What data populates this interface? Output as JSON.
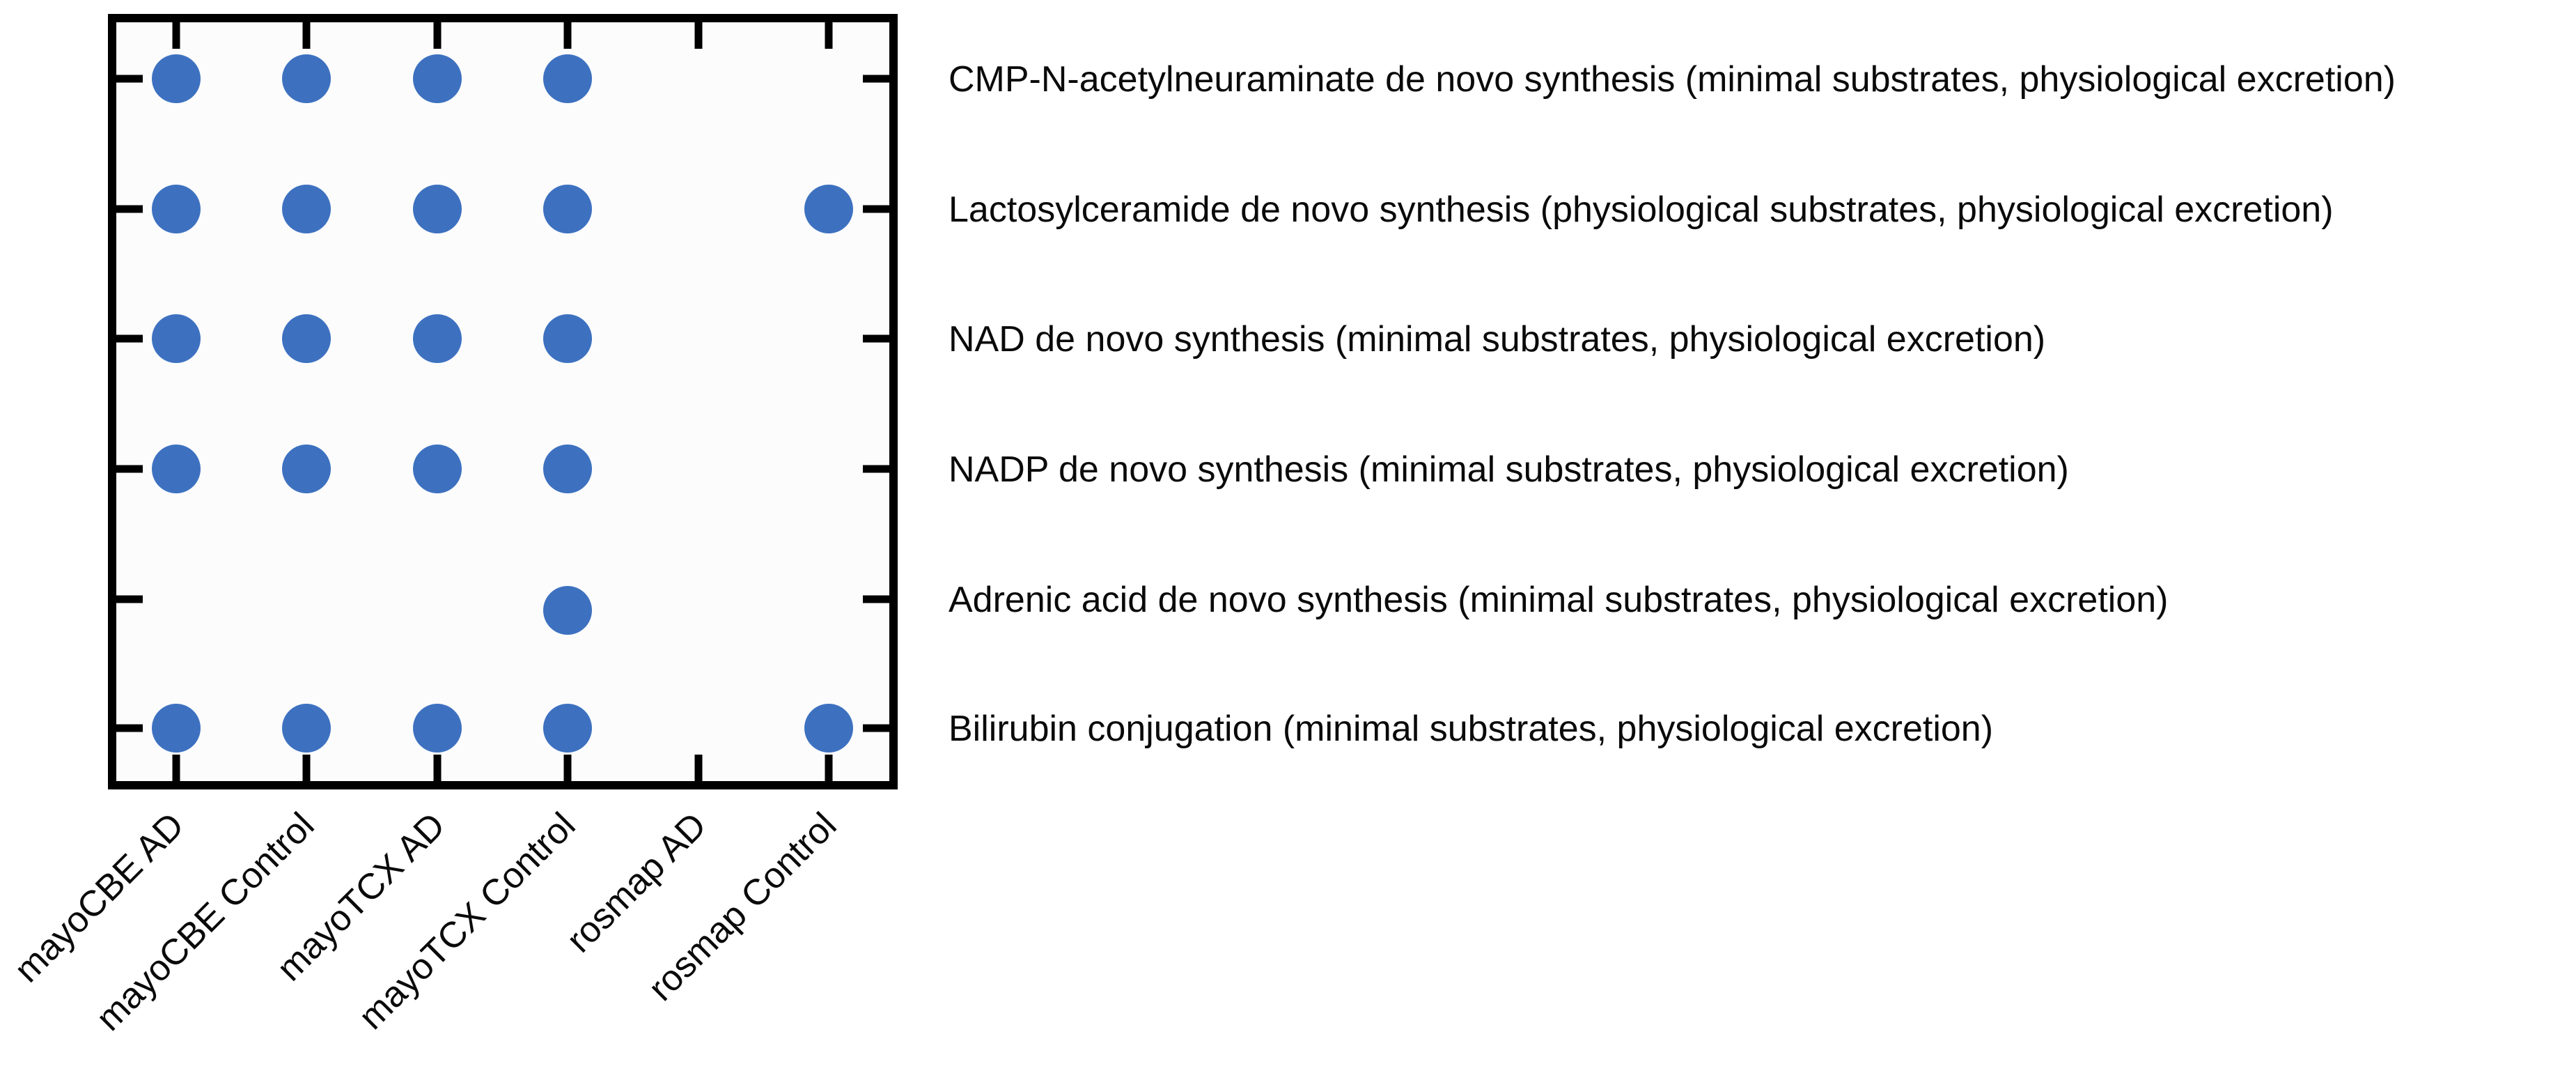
{
  "figure": {
    "background": "#ffffff"
  },
  "chart_data": {
    "type": "scatter",
    "subtype": "presence-dot-matrix",
    "title": "",
    "xlabel": "",
    "ylabel": "",
    "grid": false,
    "legend": null,
    "x_categories": [
      "mayoCBE AD",
      "mayoCBE Control",
      "mayoTCX AD",
      "mayoTCX Control",
      "rosmap AD",
      "rosmap Control"
    ],
    "y_categories": [
      "CMP-N-acetylneuraminate de novo synthesis (minimal substrates, physiological excretion)",
      "Lactosylceramide de novo synthesis (physiological substrates, physiological excretion)",
      "NAD de novo synthesis (minimal substrates, physiological excretion)",
      "NADP de novo synthesis (minimal substrates, physiological excretion)",
      "Adrenic acid de novo synthesis (minimal substrates, physiological excretion)",
      "Bilirubin conjugation (minimal substrates, physiological excretion)"
    ],
    "presence": [
      [
        1,
        1,
        1,
        1,
        0,
        0
      ],
      [
        1,
        1,
        1,
        1,
        0,
        1
      ],
      [
        1,
        1,
        1,
        1,
        0,
        0
      ],
      [
        1,
        1,
        1,
        1,
        0,
        0
      ],
      [
        0,
        0,
        0,
        1,
        0,
        0
      ],
      [
        1,
        1,
        1,
        1,
        0,
        1
      ]
    ],
    "dot_color": "#3D71C0",
    "axis_color": "#000000",
    "text_color": "#0a0a0a",
    "plot_bg_color": "#fcfcfd",
    "x_label_rotation_deg": 45,
    "y_label_side": "right",
    "ticks": "inward-all-four-edges"
  }
}
